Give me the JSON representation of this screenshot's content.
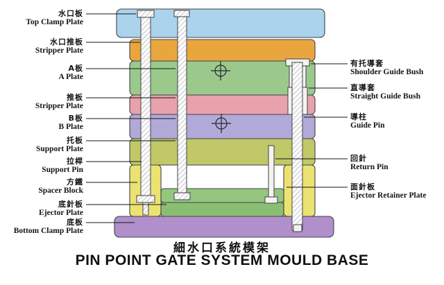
{
  "titles": {
    "chinese": "細水口系統模架",
    "english": "PIN POINT GATE SYSTEM MOULD BASE"
  },
  "left_labels": [
    {
      "cn": "水口板",
      "en": "Top Clamp Plate"
    },
    {
      "cn": "水口推板",
      "en": "Stripper Plate"
    },
    {
      "cn": "A板",
      "en": "A Plate"
    },
    {
      "cn": "推板",
      "en": "Stripper Plate"
    },
    {
      "cn": "B板",
      "en": "B Plate"
    },
    {
      "cn": "托板",
      "en": "Support Plate"
    },
    {
      "cn": "拉桿",
      "en": "Support Pin"
    },
    {
      "cn": "方鐵",
      "en": "Spacer Block"
    },
    {
      "cn": "底針板",
      "en": "Ejector Plate"
    },
    {
      "cn": "底板",
      "en": "Bottom Clamp Plate"
    }
  ],
  "right_labels": [
    {
      "cn": "有托導套",
      "en": "Shoulder Guide Bush"
    },
    {
      "cn": "直導套",
      "en": "Straight Guide Bush"
    },
    {
      "cn": "導柱",
      "en": "Guide Pin"
    },
    {
      "cn": "回針",
      "en": "Return Pin"
    },
    {
      "cn": "面針板",
      "en": "Ejector Retainer Plate"
    }
  ],
  "colors": {
    "top_clamp_plate": "#abd3ec",
    "stripper_plate_upper": "#e9a63e",
    "a_plate": "#9bc98b",
    "stripper_plate_lower": "#e8a2ac",
    "b_plate": "#b1a9d8",
    "support_plate": "#c1c868",
    "spacer_block": "#ebe371",
    "ejector_retainer_plate": "#95c67e",
    "ejector_plate": "#8abf73",
    "bottom_clamp_plate": "#b08fca"
  }
}
